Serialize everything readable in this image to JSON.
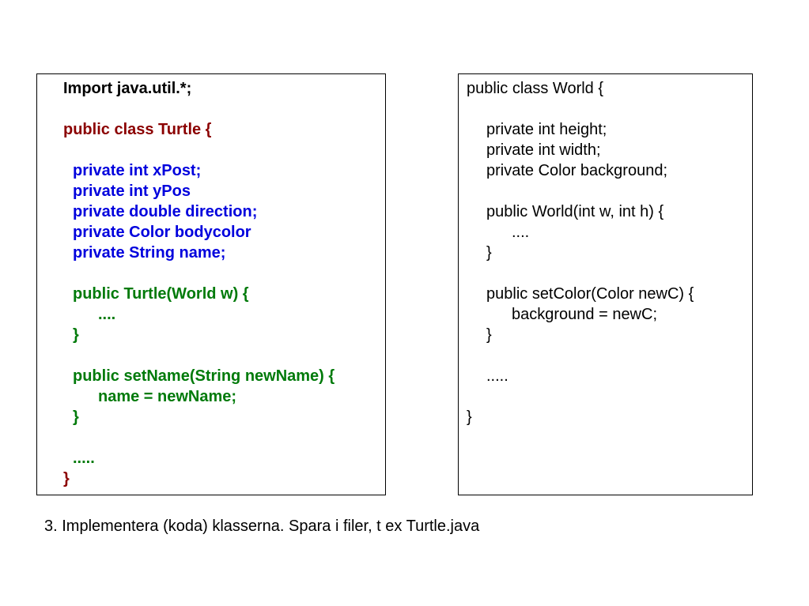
{
  "colors": {
    "black": "#000000",
    "dark_red": "#8B0000",
    "blue": "#0000DD",
    "green": "#007A0A"
  },
  "turtle_code": {
    "lines": [
      "Import java.util.*;",
      "public class Turtle {",
      "private int xPost;",
      "private int yPos",
      "private double direction;",
      "private Color bodycolor",
      "private String name;",
      "public Turtle(World w) {",
      "....",
      "}",
      "public setName(String newName) {",
      "name = newName;",
      "}",
      ".....",
      "}"
    ]
  },
  "world_code": {
    "lines": [
      "public class World {",
      "private int height;",
      "private int width;",
      "private Color background;",
      "public World(int w, int h) {",
      "....",
      "}",
      "public setColor(Color newC) {",
      "background = newC;",
      "}",
      ".....",
      "}"
    ]
  },
  "caption": "3. Implementera (koda) klasserna. Spara i filer, t ex Turtle.java"
}
